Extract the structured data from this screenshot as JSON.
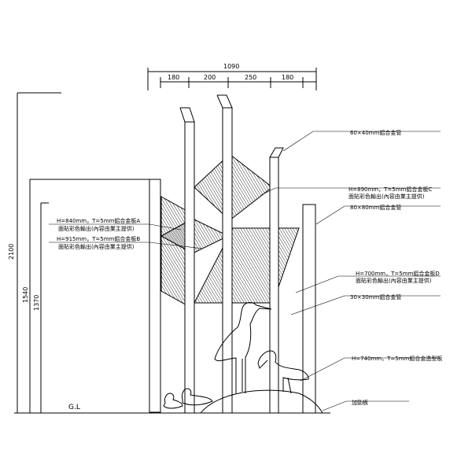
{
  "dimensions": {
    "total_width": "1090",
    "segments": [
      "180",
      "200",
      "250",
      "180"
    ],
    "heights": [
      "2100",
      "1540",
      "1370"
    ]
  },
  "ground_label": "G.L",
  "callouts": {
    "pipe_60x40": "60×40mm鋁合金管",
    "panel_c_1": "H=890mm，T=5mm鋁合金板C",
    "panel_c_2": "面貼彩色輸出(內容由業主提供)",
    "pipe_80x80": "80×80mm鋁合金管",
    "panel_a_1": "H=840mm，T=5mm鋁合金板A",
    "panel_a_2": "面貼彩色輸出(內容由業主提供)",
    "panel_b_1": "H=915mm，T=5mm鋁合金板B",
    "panel_b_2": "面貼彩色輸出(內容由業主提供)",
    "panel_d_1": "H=700mm，T=5mm鋁合金板D",
    "panel_d_2": "面貼彩色輸出(內容由業主提供)",
    "pipe_30x30": "30×30mm鋁合金管",
    "panel_shaped": "H=740mm，T=5mm鋁合金造型板",
    "stiffener": "加勁板"
  }
}
